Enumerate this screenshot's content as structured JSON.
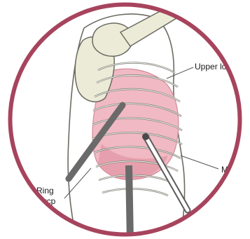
{
  "figure": {
    "labels": {
      "upper": "Upper lob",
      "middle": "Middle l",
      "ring_line1": "Ring",
      "ring_line2": "orcp"
    },
    "colors": {
      "frame": "#a7445d",
      "lung": "#f0b9c3",
      "lung_dark": "#e49aa8",
      "bone": "#ecebd8",
      "bone_stroke": "#6b6b62",
      "instrument": "#6a6a6a"
    }
  }
}
